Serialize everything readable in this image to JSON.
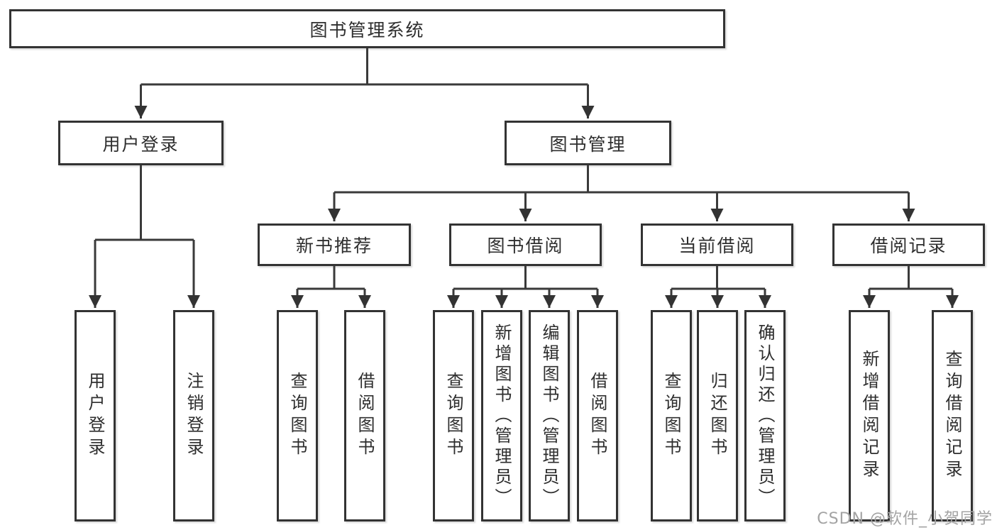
{
  "diagram": {
    "type": "tree-structure-chart",
    "colors": {
      "background": "#ffffff",
      "box_border": "#333333",
      "line": "#3a3a3a",
      "text": "#2e2e2e",
      "watermark": "#a3a3a3"
    },
    "nodes": {
      "root": {
        "label": "图书管理系统"
      },
      "user_login": {
        "label": "用户登录"
      },
      "book_mgmt": {
        "label": "图书管理"
      },
      "new_books": {
        "label": "新书推荐"
      },
      "book_borrow": {
        "label": "图书借阅"
      },
      "current_borrow": {
        "label": "当前借阅"
      },
      "borrow_records": {
        "label": "借阅记录"
      },
      "leaf_login": {
        "label": "用户登录"
      },
      "leaf_logout": {
        "label": "注销登录"
      },
      "leaf_nb_query": {
        "label": "查询图书"
      },
      "leaf_nb_borrow": {
        "label": "借阅图书"
      },
      "leaf_bb_query": {
        "label": "查询图书"
      },
      "leaf_bb_add": {
        "label": "新增图书（管理员）"
      },
      "leaf_bb_edit": {
        "label": "编辑图书（管理员）"
      },
      "leaf_bb_borrow": {
        "label": "借阅图书"
      },
      "leaf_cb_query": {
        "label": "查询图书"
      },
      "leaf_cb_return": {
        "label": "归还图书"
      },
      "leaf_cb_confirm": {
        "label": "确认归还（管理员）"
      },
      "leaf_br_add": {
        "label": "新增借阅记录"
      },
      "leaf_br_query": {
        "label": "查询借阅记录"
      }
    },
    "hierarchy": {
      "root": [
        "user_login",
        "book_mgmt"
      ],
      "user_login": [
        "leaf_login",
        "leaf_logout"
      ],
      "book_mgmt": [
        "new_books",
        "book_borrow",
        "current_borrow",
        "borrow_records"
      ],
      "new_books": [
        "leaf_nb_query",
        "leaf_nb_borrow"
      ],
      "book_borrow": [
        "leaf_bb_query",
        "leaf_bb_add",
        "leaf_bb_edit",
        "leaf_bb_borrow"
      ],
      "current_borrow": [
        "leaf_cb_query",
        "leaf_cb_return",
        "leaf_cb_confirm"
      ],
      "borrow_records": [
        "leaf_br_add",
        "leaf_br_query"
      ]
    },
    "watermark": "CSDN @软件_小贺同学"
  }
}
